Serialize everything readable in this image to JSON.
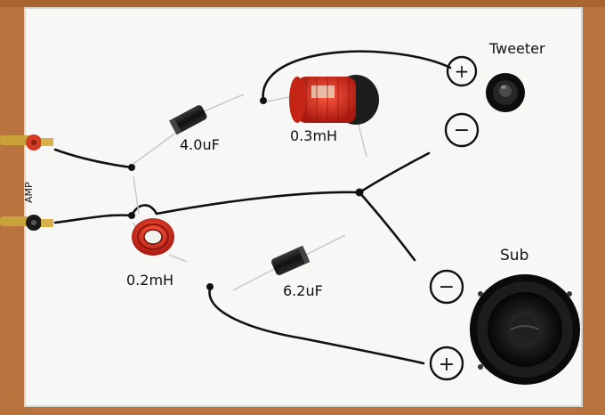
{
  "board": {
    "frame_color": "#b9733f",
    "board_color": "#f7f7f5",
    "ink_color": "#111111"
  },
  "labels": {
    "amp": "AMP",
    "tweeter": "Tweeter",
    "sub": "Sub",
    "cap_tweeter": "4.0uF",
    "ind_tweeter": "0.3mH",
    "ind_sub": "0.2mH",
    "cap_sub": "6.2uF",
    "plus": "+",
    "minus": "−"
  },
  "components": {
    "coil_color": "#d92b1f",
    "cap_color": "#1b1b1b",
    "terminal_color": "#c9a33a",
    "terminal_cap_color": "#d23b24"
  }
}
